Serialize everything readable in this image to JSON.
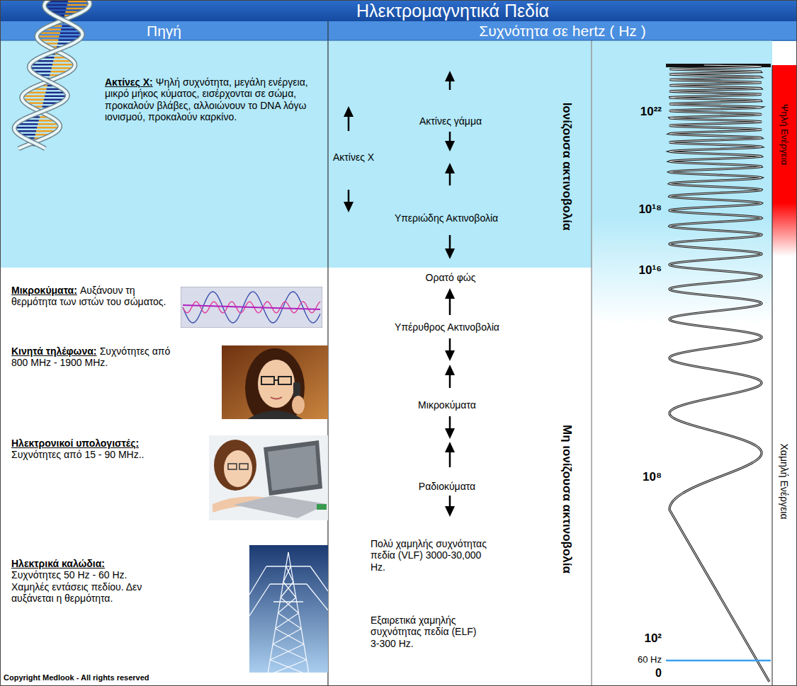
{
  "diagram": {
    "title": "Ηλεκτρομαγνητικά Πεδία",
    "nodes": [
      {
        "text": [
          "Πηγή"
        ]
      },
      {
        "text": [
          "Συχνότητα σε hertz ( Hz )"
        ]
      },
      {
        "text": [
          "Ιονίζουσα ακτινοβολία"
        ]
      },
      {
        "text": [
          "Ψηλή Ενέργεια"
        ]
      }
    ],
    "labels": [
      "Ακτίνες Χ:",
      "Ψηλή συχνότητα, μεγάλη ενέργεια, μικρό μήκος κύματος, εισέρχονται σε σώμα, προκαλούν βλάβες, αλλοιώνουν το DNA λόγω ιονισμού, προκαλούν καρκίνο.",
      "Μικροκύματα:",
      "Αυξάνουν τη θερμότητα των ιστών του σώματος.",
      "Κινητά τηλέφωνα:",
      "Συχνότητες από 800 MHz - 1900 MHz.",
      "Ηλεκτρονικοί υπολογιστές:",
      "Συχνότητες από 15 - 90 MHz..",
      "Ηλεκτρικά καλώδια:",
      "Συχνότητες 50 Hz - 60 Hz. Χαμηλές εντάσεις πεδίου. Δεν αυξάνεται η θερμότητα.",
      "Ακτίνες γάμμα",
      "Ακτίνες Χ",
      "Υπεριώδης Ακτινοβολία",
      "Ορατό φώς",
      "Υπέρυθρος Ακτινοβολία",
      "Μικροκύματα",
      "Ραδιοκύματα",
      "Πολύ χαμηλής συχνότητας πεδία (VLF) 3000-30,000 Hz.",
      "Εξαιρετικά χαμηλής συχνότητας πεδία (ELF) 3-300 Hz.",
      "Μη ιονίζουσα ακτινοβολία",
      "10²²",
      "10¹⁸",
      "10¹⁶",
      "10⁸",
      "10²",
      "60 Hz",
      "0",
      "Χαμηλή Ενέργεια",
      "Copyright Medlook - All rights reserved"
    ]
  }
}
